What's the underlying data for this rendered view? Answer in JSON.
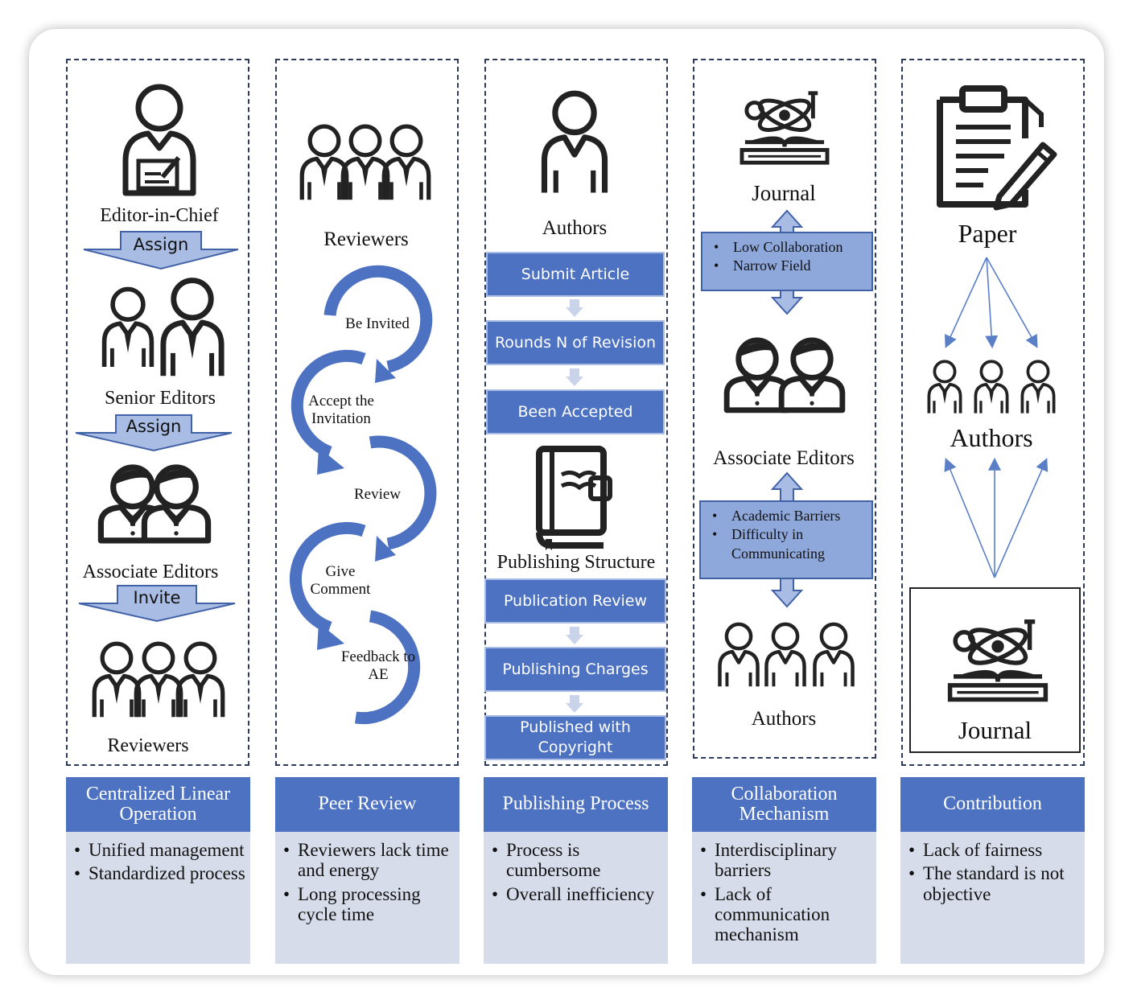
{
  "col1": {
    "editor_in_chief": "Editor-in-Chief",
    "assign_1": "Assign",
    "senior_editors": "Senior Editors",
    "assign_2": "Assign",
    "associate_editors": "Associate Editors",
    "invite": "Invite",
    "reviewers": "Reviewers",
    "header": "Centralized Linear Operation",
    "bullets": [
      "Unified management",
      "Standardized process"
    ]
  },
  "col2": {
    "reviewers": "Reviewers",
    "steps": [
      "Be Invited",
      "Accept the Invitation",
      "Review",
      "Give Comment",
      "Feedback to AE"
    ],
    "header": "Peer Review",
    "bullets": [
      "Reviewers lack time and energy",
      "Long processing cycle time"
    ]
  },
  "col3": {
    "authors": "Authors",
    "steps_top": [
      "Submit Article",
      "Rounds N of Revision",
      "Been Accepted"
    ],
    "publishing_structure": "Publishing Structure",
    "steps_bottom": [
      "Publication Review",
      "Publishing Charges",
      "Published with Copyright"
    ],
    "header": "Publishing Process",
    "bullets": [
      "Process is cumbersome",
      "Overall inefficiency"
    ]
  },
  "col4": {
    "journal": "Journal",
    "note_1": [
      "Low Collaboration",
      "Narrow Field"
    ],
    "associate_editors": "Associate Editors",
    "note_2": [
      "Academic Barriers",
      "Difficulty in Communicating"
    ],
    "authors": "Authors",
    "header": "Collaboration Mechanism",
    "bullets": [
      "Interdisciplinary barriers",
      "Lack of communication mechanism"
    ]
  },
  "col5": {
    "paper": "Paper",
    "authors": "Authors",
    "journal": "Journal",
    "header": "Contribution",
    "bullets": [
      "Lack of fairness",
      "The standard is not objective"
    ]
  },
  "colors": {
    "accent": "#4d72c2",
    "arrow_light": "#a9bce3",
    "note_fill": "#8fa8dc",
    "subpanel": "#d7dcea",
    "line_arrow": "#5b7fc7"
  }
}
